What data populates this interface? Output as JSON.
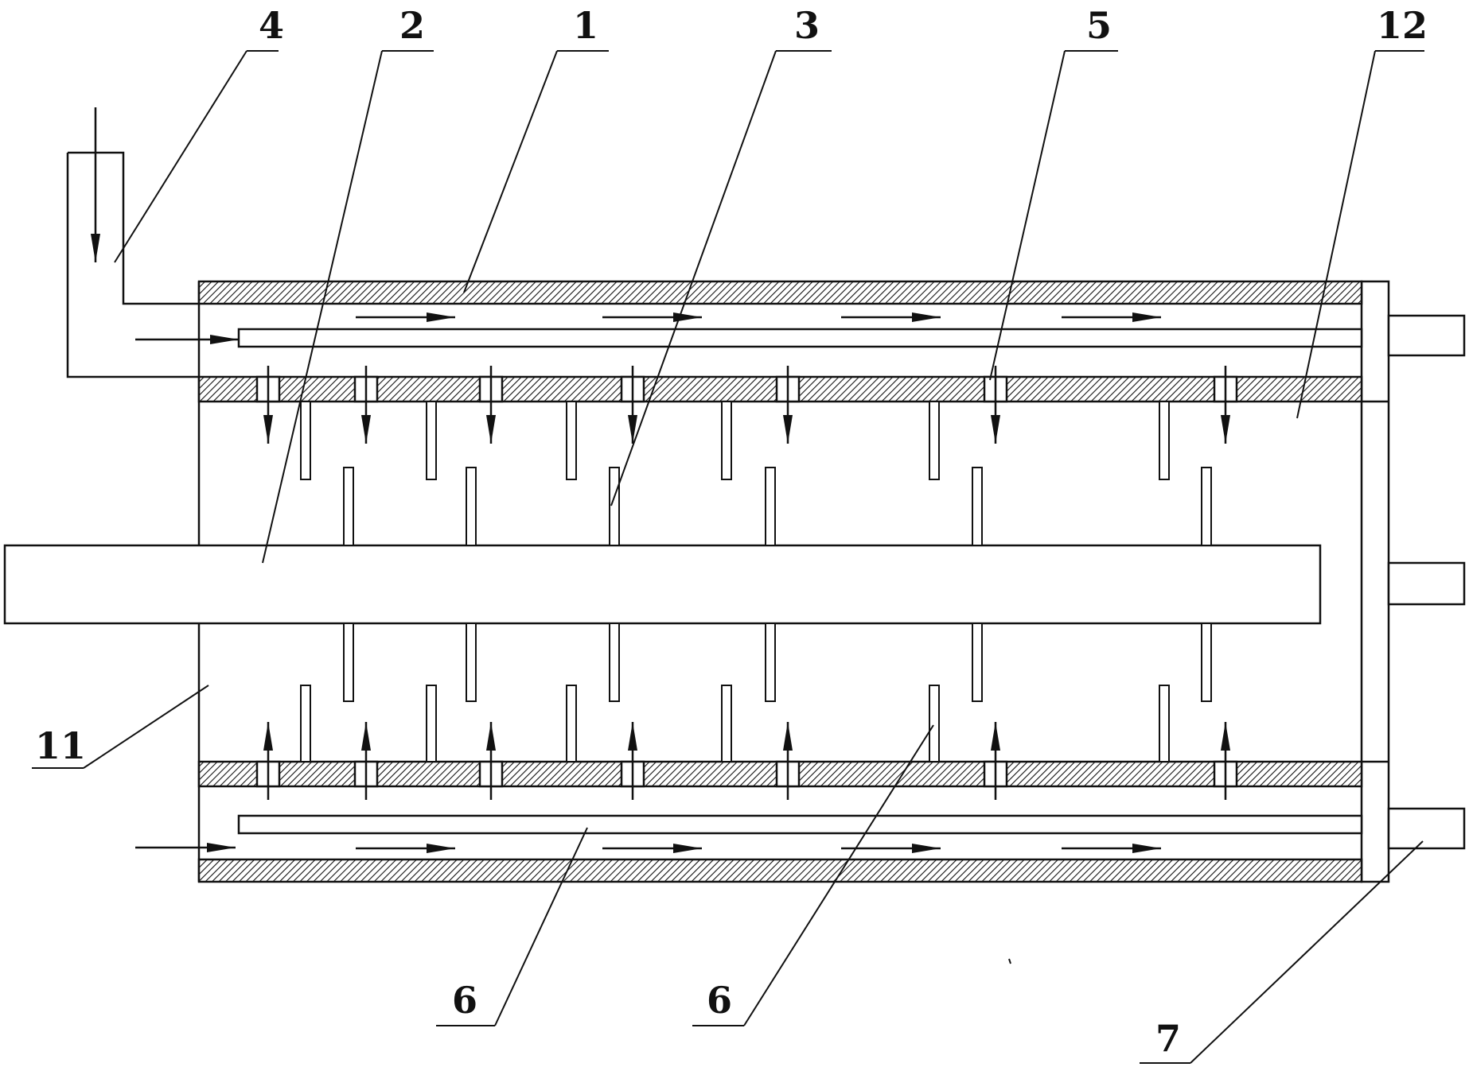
{
  "labels": {
    "l1": "1",
    "l2": "2",
    "l3": "3",
    "l4": "4",
    "l5": "5",
    "l6a": "6",
    "l6b": "6",
    "l7": "7",
    "l11": "11",
    "l12": "12"
  }
}
